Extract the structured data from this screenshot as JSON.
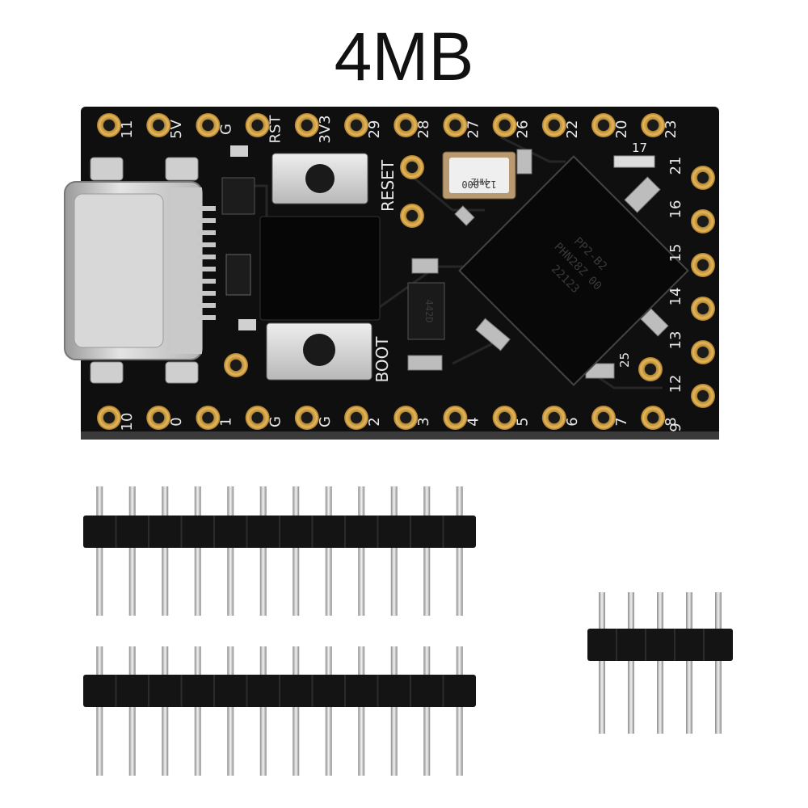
{
  "title": "4MB",
  "board": {
    "top_pins": [
      "11",
      "5V",
      "G",
      "RST",
      "3V3",
      "29",
      "28",
      "27",
      "26",
      "22",
      "20",
      "23"
    ],
    "bottom_pins": [
      "10",
      "0",
      "1",
      "G",
      "G",
      "2",
      "3",
      "4",
      "5",
      "6",
      "7",
      "8"
    ],
    "right_pins": [
      "21",
      "16",
      "15",
      "14",
      "13",
      "12",
      "9"
    ],
    "buttons": [
      "RESET",
      "BOOT"
    ],
    "crystal_lines": [
      "12.000",
      "MHZ"
    ],
    "mcu_lines": [
      "PP2-B2",
      "PHN28Z 00",
      "22123"
    ],
    "regulator_label": "442D",
    "extra_labels": [
      "17",
      "25"
    ],
    "colors": {
      "pcb": "#111111",
      "pad": "#d9a545",
      "silk": "#e8e8e8"
    }
  },
  "headers": [
    {
      "name": "pin-header-12-top",
      "pins": 12
    },
    {
      "name": "pin-header-12-bottom",
      "pins": 12
    },
    {
      "name": "pin-header-5",
      "pins": 5
    }
  ]
}
